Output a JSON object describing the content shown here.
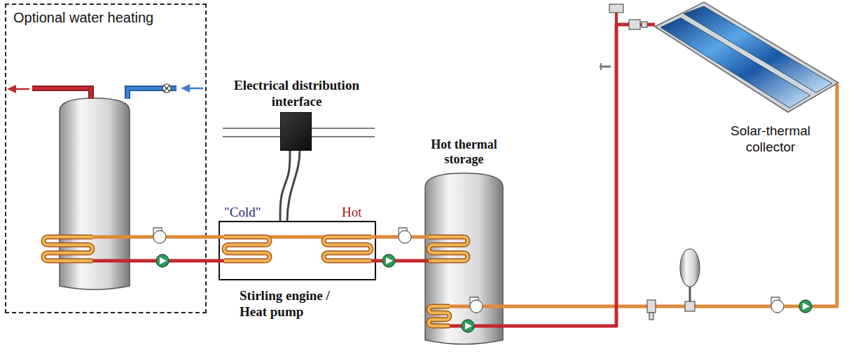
{
  "diagram": {
    "nodes": [
      {
        "text": [
          "Optional water heating"
        ]
      },
      {
        "text": [
          "Electrical distribution interface"
        ]
      },
      {
        "text": [
          "\"Cold\"",
          "Hot",
          "Stirling engine / Heat pump"
        ]
      },
      {
        "text": [
          "Hot thermal storage"
        ]
      },
      {
        "text": [
          "Solar-thermal collector"
        ]
      }
    ],
    "edges": [
      {
        "from": 0,
        "to": 2,
        "arrow": "none"
      },
      {
        "from": 1,
        "to": 2,
        "arrow": "none"
      },
      {
        "from": 2,
        "to": 3,
        "arrow": "none"
      },
      {
        "from": 3,
        "to": 4,
        "arrow": "none"
      }
    ]
  }
}
